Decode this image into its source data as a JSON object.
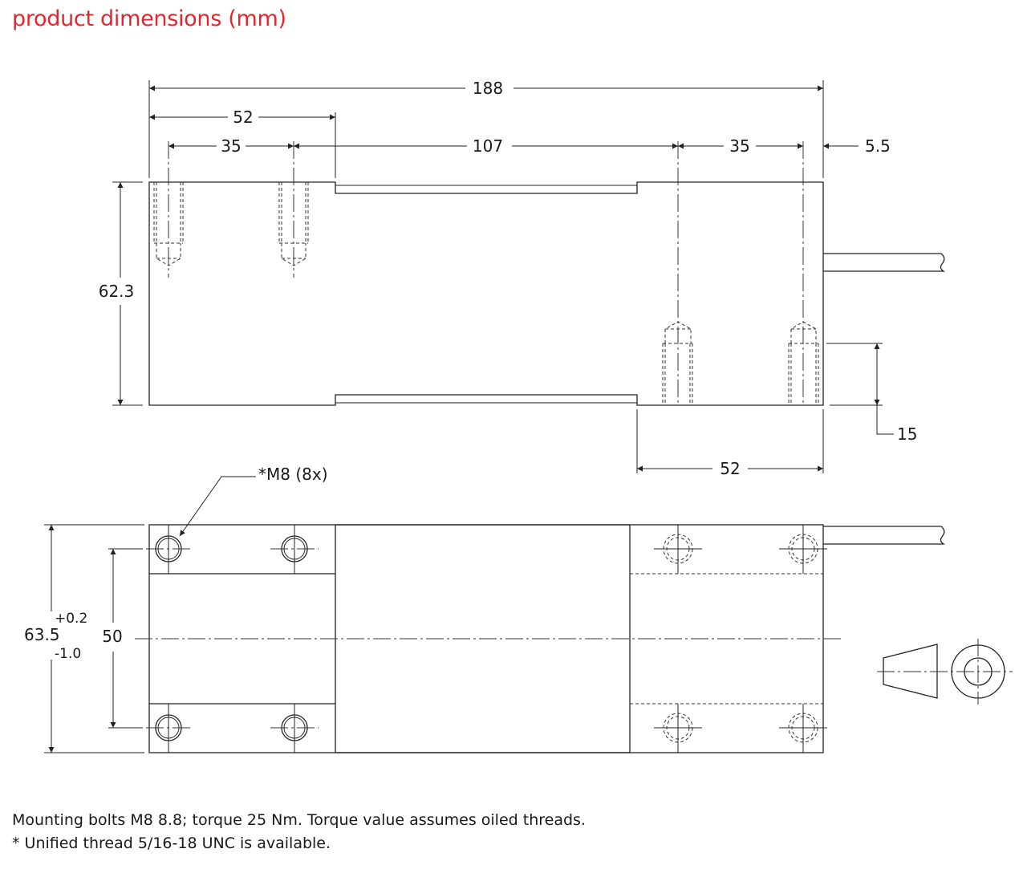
{
  "title": "product dimensions (mm)",
  "side_view": {
    "dims": {
      "overall_length": "188",
      "mount_span_left": "52",
      "hole_pitch_left": "35",
      "hole_spacing_center": "107",
      "hole_pitch_right": "35",
      "edge_offset": "5.5",
      "height": "62.3",
      "thread_depth": "15",
      "mount_span_right": "52"
    }
  },
  "top_view": {
    "callout": "*M8 (8x)",
    "dims": {
      "width": "63.5",
      "width_tol_plus": "+0.2",
      "width_tol_minus": "-1.0",
      "hole_spacing": "50"
    }
  },
  "projection_symbol": "third-angle-projection-icon",
  "notes": [
    "Mounting bolts M8 8.8; torque 25 Nm. Torque value assumes oiled threads.",
    "* Unified thread 5/16-18 UNC is available."
  ],
  "colors": {
    "title": "#e3262d",
    "lines": "#222222"
  }
}
